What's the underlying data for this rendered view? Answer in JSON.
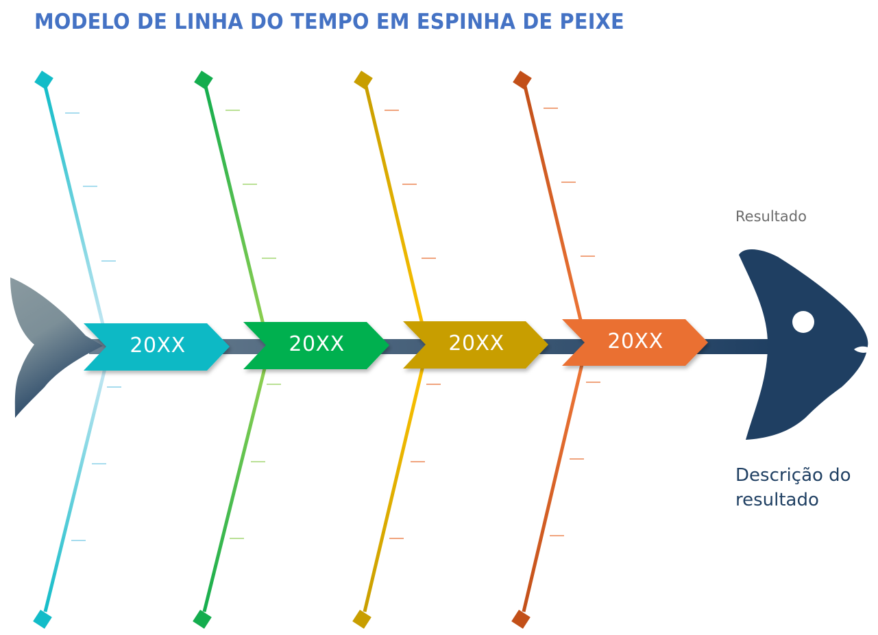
{
  "title": "MODELO DE LINHA DO TEMPO EM ESPINHA DE PEIXE",
  "colors": {
    "title": "#4472c4",
    "spine": "#1f3f62",
    "head": "#1f3f62",
    "tail_top": "#8a9aa0",
    "tail_bottom": "#1f3f62"
  },
  "milestones": [
    {
      "label": "20XX",
      "color": "#0ab9c5",
      "bone_dark": "#12bcc8",
      "bone_light": "#bfe4f1",
      "tick_color": "#72c6e3"
    },
    {
      "label": "20XX",
      "color": "#00b050",
      "bone_dark": "#14ad4e",
      "bone_light": "#92d050",
      "tick_color": "#8fcd55"
    },
    {
      "label": "20XX",
      "color": "#c89e00",
      "bone_dark": "#c89e00",
      "bone_light": "#fcc100",
      "tick_color": "#e86c2d"
    },
    {
      "label": "20XX",
      "color": "#ea6f31",
      "bone_dark": "#c24f18",
      "bone_light": "#ee7637",
      "tick_color": "#e86c2d"
    }
  ],
  "result": {
    "label": "Resultado",
    "description": "Descrição do resultado"
  }
}
